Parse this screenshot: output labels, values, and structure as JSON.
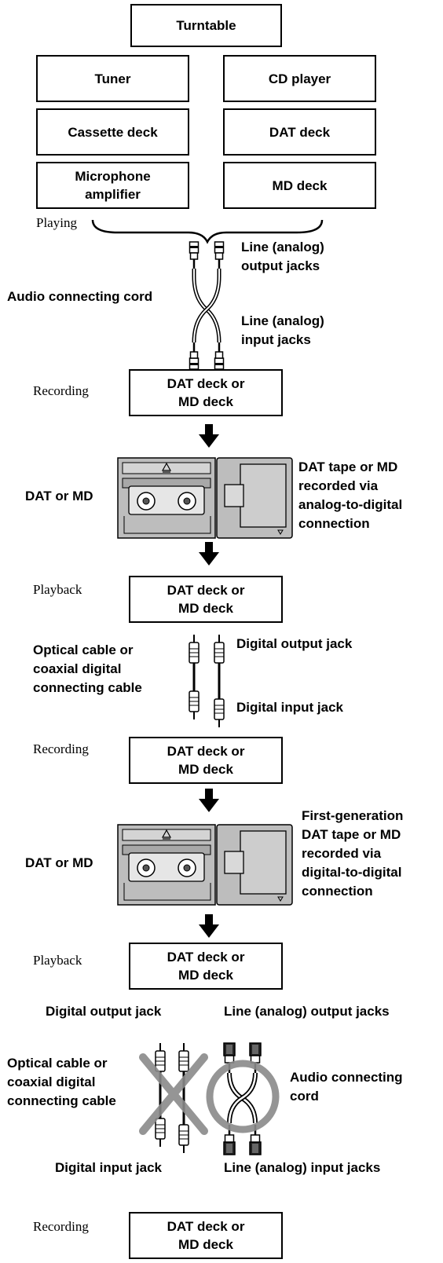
{
  "sources": {
    "turntable": "Turntable",
    "tuner": "Tuner",
    "cd_player": "CD player",
    "cassette_deck": "Cassette deck",
    "dat_deck": "DAT deck",
    "microphone_amplifier": "Microphone\namplifier",
    "md_deck": "MD deck"
  },
  "stage_labels": {
    "playing": "Playing",
    "recording": "Recording",
    "playback": "Playback"
  },
  "deck_box": "DAT deck or\nMD deck",
  "analog_connection": {
    "output_jacks": "Line (analog)\noutput jacks",
    "cord": "Audio connecting cord",
    "input_jacks": "Line (analog)\ninput jacks"
  },
  "media": {
    "label": "DAT or MD",
    "analog_caption": "DAT tape or MD\nrecorded via\nanalog-to-digital\nconnection",
    "digital_caption": "First-generation\nDAT tape or MD\nrecorded via\ndigital-to-digital\nconnection"
  },
  "digital_connection": {
    "cable": "Optical cable or\ncoaxial digital\nconnecting cable",
    "output_jack": "Digital output jack",
    "input_jack": "Digital input jack"
  },
  "comparison": {
    "digital_output": "Digital output jack",
    "analog_output": "Line (analog) output jacks",
    "digital_cable": "Optical cable or\ncoaxial digital\nconnecting cable",
    "audio_cord": "Audio connecting\ncord",
    "digital_input": "Digital input jack",
    "analog_input": "Line (analog) input jacks"
  },
  "symbols": {
    "not_allowed": "cross-mark",
    "allowed": "circle-mark"
  }
}
